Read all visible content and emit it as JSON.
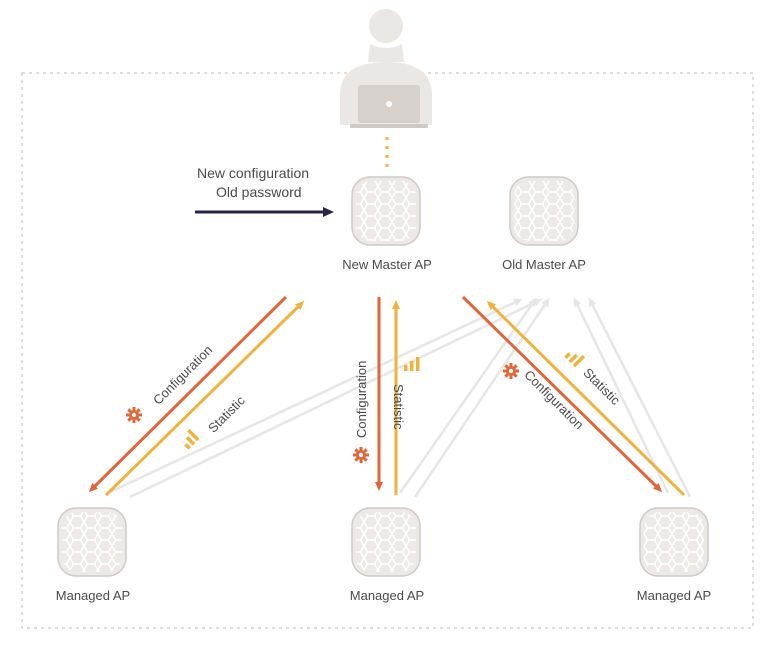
{
  "note": {
    "line1": "New configuration",
    "line2": "Old password"
  },
  "aps": {
    "new_master": "New Master AP",
    "old_master": "Old Master AP",
    "managed_left": "Managed AP",
    "managed_center": "Managed AP",
    "managed_right": "Managed AP"
  },
  "flows": {
    "left_config": "Configuration",
    "left_stat": "Statistic",
    "center_config": "Configuration",
    "center_stat": "Statistic",
    "right_config": "Configuration",
    "right_stat": "Statistic"
  },
  "icons": {
    "user": "user-laptop-icon",
    "gear": "gear-icon",
    "stats": "statistic-bars-icon",
    "ap": "access-point-icon"
  },
  "colors": {
    "config": "#e0663a",
    "statistic": "#f0b23f",
    "note_arrow": "#2a2446",
    "ghost": "#e6e6e6",
    "ap_fill": "#ece9e6",
    "ap_stroke": "#cfcac6"
  }
}
